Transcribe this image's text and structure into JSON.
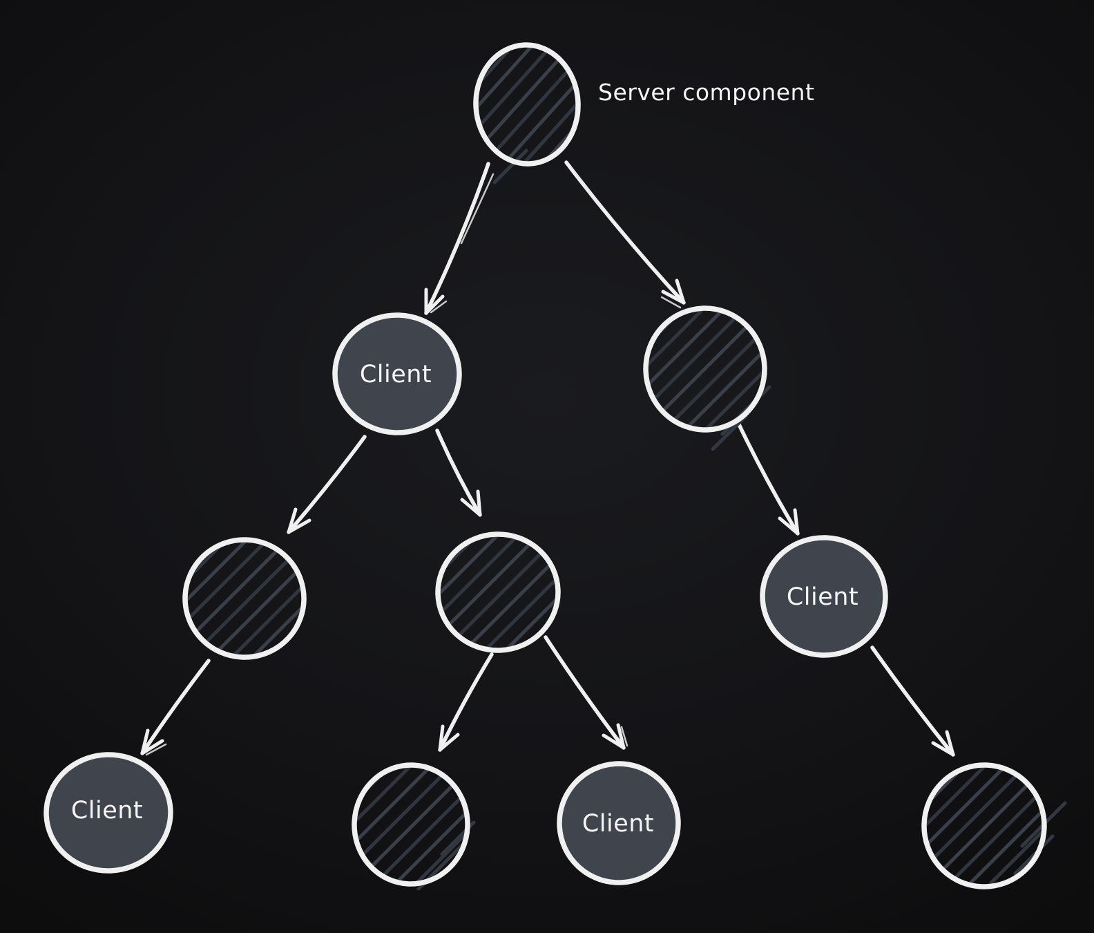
{
  "app": {
    "type": "hand-drawn-whiteboard-diagram",
    "background_color": "#141417"
  },
  "palette": {
    "stroke": "#f0f0f0",
    "arrow": "#f0f0f0",
    "solid_node_fill": "#3f444d",
    "hatch_line": "#3a3f48",
    "hatch_line_alt": "#31363e",
    "label_color": "#f5f5f5"
  },
  "diagram": {
    "annotation": "Server component",
    "nodes": [
      {
        "id": "server-root",
        "row": 1,
        "style": "hatched",
        "label": ""
      },
      {
        "id": "client-l2",
        "row": 2,
        "style": "solid",
        "label": "Client"
      },
      {
        "id": "node-r2",
        "row": 2,
        "style": "hatched",
        "label": ""
      },
      {
        "id": "node-l3",
        "row": 3,
        "style": "hatched",
        "label": ""
      },
      {
        "id": "node-m3",
        "row": 3,
        "style": "hatched",
        "label": ""
      },
      {
        "id": "client-r3",
        "row": 3,
        "style": "solid",
        "label": "Client"
      },
      {
        "id": "client-b1",
        "row": 4,
        "style": "solid",
        "label": "Client"
      },
      {
        "id": "node-b2",
        "row": 4,
        "style": "hatched",
        "label": ""
      },
      {
        "id": "client-b3",
        "row": 4,
        "style": "solid",
        "label": "Client"
      },
      {
        "id": "node-b4",
        "row": 4,
        "style": "hatched",
        "label": ""
      }
    ],
    "edges": [
      {
        "from": "server-root",
        "to": "client-l2"
      },
      {
        "from": "server-root",
        "to": "node-r2"
      },
      {
        "from": "client-l2",
        "to": "node-l3"
      },
      {
        "from": "client-l2",
        "to": "node-m3"
      },
      {
        "from": "node-r2",
        "to": "client-r3"
      },
      {
        "from": "node-l3",
        "to": "client-b1"
      },
      {
        "from": "node-m3",
        "to": "node-b2"
      },
      {
        "from": "node-m3",
        "to": "client-b3"
      },
      {
        "from": "client-r3",
        "to": "node-b4"
      }
    ]
  }
}
